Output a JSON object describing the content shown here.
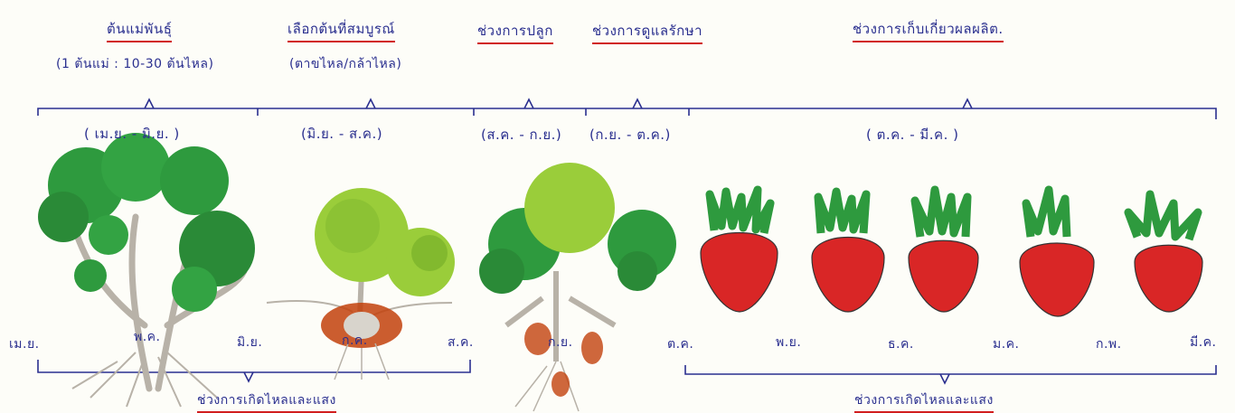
{
  "top_labels": [
    {
      "title": "ต้นแม่พันธุ์",
      "sub": "(1 ต้นแม่ : 10-30 ต้นไหล)"
    },
    {
      "title": "เลือกต้นที่สมบูรณ์",
      "sub": "(ตาขไหล/กล้าไหล)"
    },
    {
      "title": "ช่วงการปลูก",
      "sub": ""
    },
    {
      "title": "ช่วงการดูแลรักษา",
      "sub": ""
    },
    {
      "title": "ช่วงการเก็บเกี่ยวผลผลิต.",
      "sub": ""
    }
  ],
  "periods": [
    "( เม.ย. - มิ.ย. )",
    "(มิ.ย. - ส.ค.)",
    "(ส.ค. - ก.ย.)",
    "(ก.ย. - ต.ค.)",
    "( ต.ค. - มี.ค. )"
  ],
  "months": [
    "เม.ย.",
    "พ.ค.",
    "มิ.ย.",
    "ก.ค.",
    "ส.ค.",
    "ก.ย.",
    "ต.ค.",
    "พ.ย.",
    "ธ.ค.",
    "ม.ค.",
    "ก.พ.",
    "มี.ค."
  ],
  "bottom_labels": [
    "ช่วงการเกิดไหลและแสง",
    "ช่วงการเกิดไหลและแสง"
  ],
  "colors": {
    "ink": "#2a2f8f",
    "underline": "#d11e1e",
    "leaf": "#2e9a3e",
    "leaf_light": "#9acd3a",
    "berry": "#d92626",
    "root": "#b8b2a8"
  }
}
